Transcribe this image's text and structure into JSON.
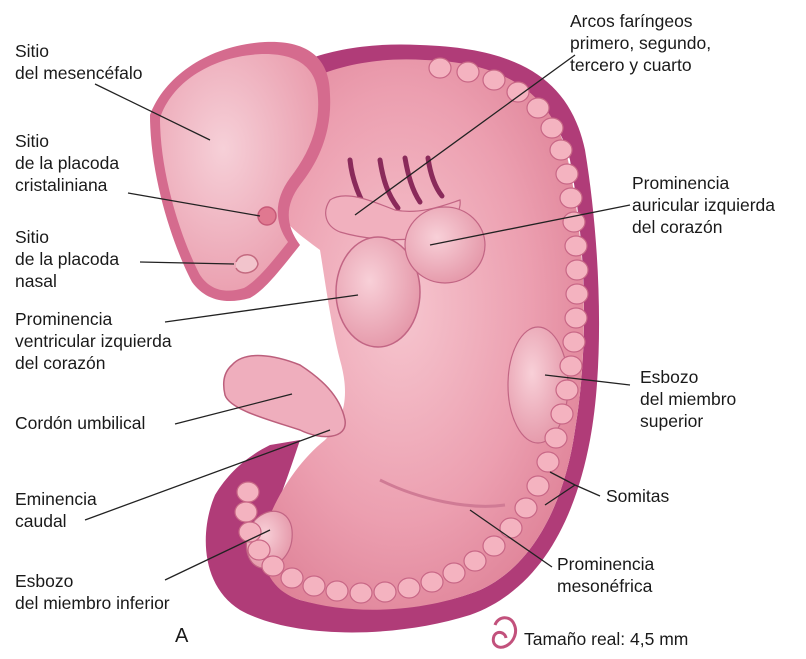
{
  "figure_letter": "A",
  "labels": {
    "mesencefalo": [
      "Sitio",
      "del mesencéfalo"
    ],
    "placoda_cristaliniana": [
      "Sitio",
      "de la placoda",
      "cristaliniana"
    ],
    "placoda_nasal": [
      "Sitio",
      "de la placoda",
      "nasal"
    ],
    "ventricular": [
      "Prominencia",
      "ventricular izquierda",
      "del corazón"
    ],
    "cordon": [
      "Cordón umbilical"
    ],
    "eminencia": [
      "Eminencia",
      "caudal"
    ],
    "miembro_inferior": [
      "Esbozo",
      "del miembro inferior"
    ],
    "arcos": [
      "Arcos faríngeos",
      "primero, segundo,",
      "tercero y cuarto"
    ],
    "auricular": [
      "Prominencia",
      "auricular izquierda",
      "del corazón"
    ],
    "miembro_superior": [
      "Esbozo",
      "del miembro",
      "superior"
    ],
    "somitas": [
      "Somitas"
    ],
    "mesonefrica": [
      "Prominencia",
      "mesonéfrica"
    ]
  },
  "scale_note": "Tamaño real: 4,5 mm",
  "colors": {
    "body": "#e896a6",
    "body_light": "#f2b8c3",
    "dorsal_band": "#b03c78",
    "somite": "#f4b3c0",
    "leader_line": "#222222"
  }
}
